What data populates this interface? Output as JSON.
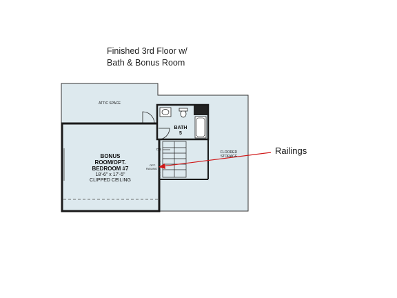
{
  "caption": {
    "line1": "Finished 3rd Floor w/",
    "line2": "Bath & Bonus Room"
  },
  "rooms": {
    "attic": "ATTIC SPACE",
    "bonus_line1": "BONUS",
    "bonus_line2": "ROOM/OPT.",
    "bonus_line3": "BEDROOM #7",
    "bonus_dims": "18'-6\" x 17'-5\"",
    "bonus_ceiling": "CLIPPED CEILING",
    "bath_line1": "BATH",
    "bath_line2": "5",
    "storage_line1": "FLOORED",
    "storage_line2": "STORAGE",
    "stair_dn": "DN",
    "railing_line1": "OPT.",
    "railing_line2": "RAILING"
  },
  "callout": {
    "label": "Railings",
    "arrow_color": "#d01818"
  },
  "colors": {
    "floor_fill": "#dde9ee",
    "wall": "#1a1a1a"
  }
}
